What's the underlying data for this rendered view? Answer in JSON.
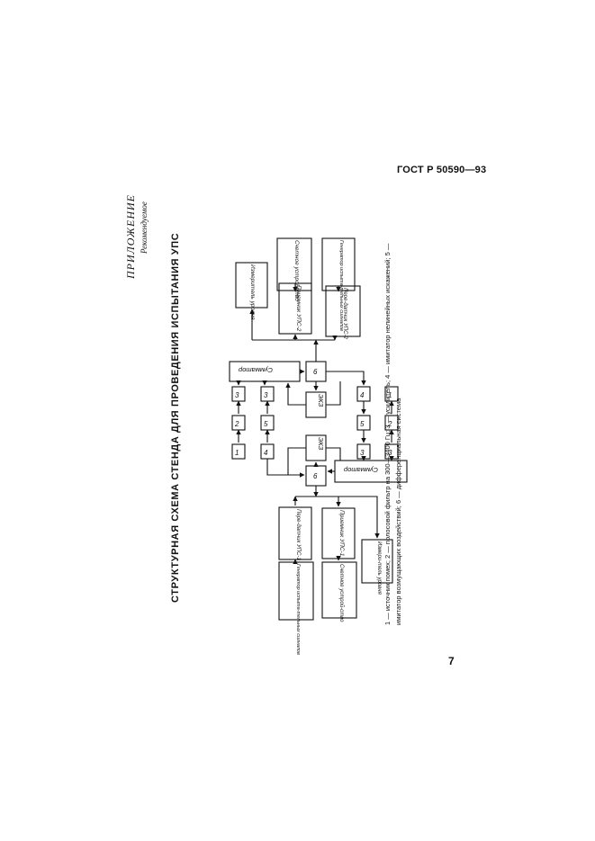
{
  "header": {
    "doc_code": "ГОСТ Р 50590—93"
  },
  "appendix": {
    "label": "ПРИЛОЖЕНИЕ",
    "status": "Рекомендуемое"
  },
  "title": "СТРУКТУРНАЯ СХЕМА СТЕНДА ДЛЯ ПРОВЕДЕНИЯ ИСПЫТАНИЯ УПС",
  "diagram": {
    "boxes": {
      "gen1": "Генератор испыта-тельных сигналов",
      "tx1": "Пере-датчик УПС-1",
      "rx1": "Приемник УПС-1",
      "cnt1": "Счетное устрой-ство",
      "meter1": "Измери-тель уровня",
      "meter2": "Измеритель уровня",
      "rx2": "Приемник УПС-2",
      "cnt2": "Счетное устройство",
      "tx2": "Пере-датчик УПС-2",
      "gen2": "Генератор испыта-тельных сигналов",
      "sum_top": "Сумматор",
      "sum_bottom": "Сумматор",
      "ekv1": "ЭКЗ",
      "ekv2": "ЭКЗ",
      "n1": "1",
      "n2": "2",
      "n3": "3",
      "n4": "4",
      "n5": "5",
      "n6": "6"
    }
  },
  "caption": "1 — источник помех; 2 — полосовой фильтр на 300—3400 Гц; 3 — усилитель; 4 — имитатор нелинейных искажений; 5 — имитатор возмущающих воздействий; 6 — дифференциальная система",
  "page_number": "7"
}
